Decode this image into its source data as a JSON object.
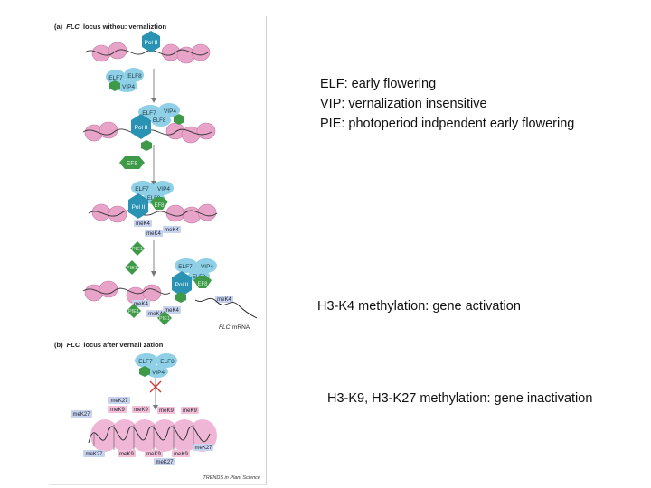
{
  "figure": {
    "panel_a_title_letter": "(a)",
    "panel_a_title_gene": "FLC",
    "panel_a_title_rest": "locus withou: vernaliztion",
    "panel_b_title_letter": "(b)",
    "panel_b_title_gene": "FLC",
    "panel_b_title_rest": "locus after vernali zation",
    "pol2": "Pol II",
    "elf7": "ELF7",
    "elf8": "ELF8",
    "elf8_garbled": "ELF8",
    "vip4": "VIP4",
    "ef8": "EF8",
    "pie1": "PIE1",
    "mek4": "meK4",
    "mek9": "meK9",
    "mek27": "meK27",
    "mrna_gene": "FLC",
    "mrna_suffix": "mRNA",
    "footer": "TRENDS in Plant Science"
  },
  "annotations": {
    "definitions": [
      "ELF: early flowering",
      "VIP: vernalization insensitive",
      "PIE: photoperiod indpendent early flowering"
    ],
    "activation": "H3-K4 methylation: gene activation",
    "inactivation": "H3-K9, H3-K27 methylation: gene inactivation"
  },
  "colors": {
    "nucleosome": "#e8a3c8",
    "pol2": "#2a93b3",
    "elf_vip": "#8fd0e6",
    "ef8_pie": "#3e9a48",
    "mek4_box": "#c8d4ee",
    "mek9_box": "#f4c0d8",
    "mek27_box": "#c8d4ee",
    "arrow": "#777777",
    "cross": "#d03a3a"
  }
}
